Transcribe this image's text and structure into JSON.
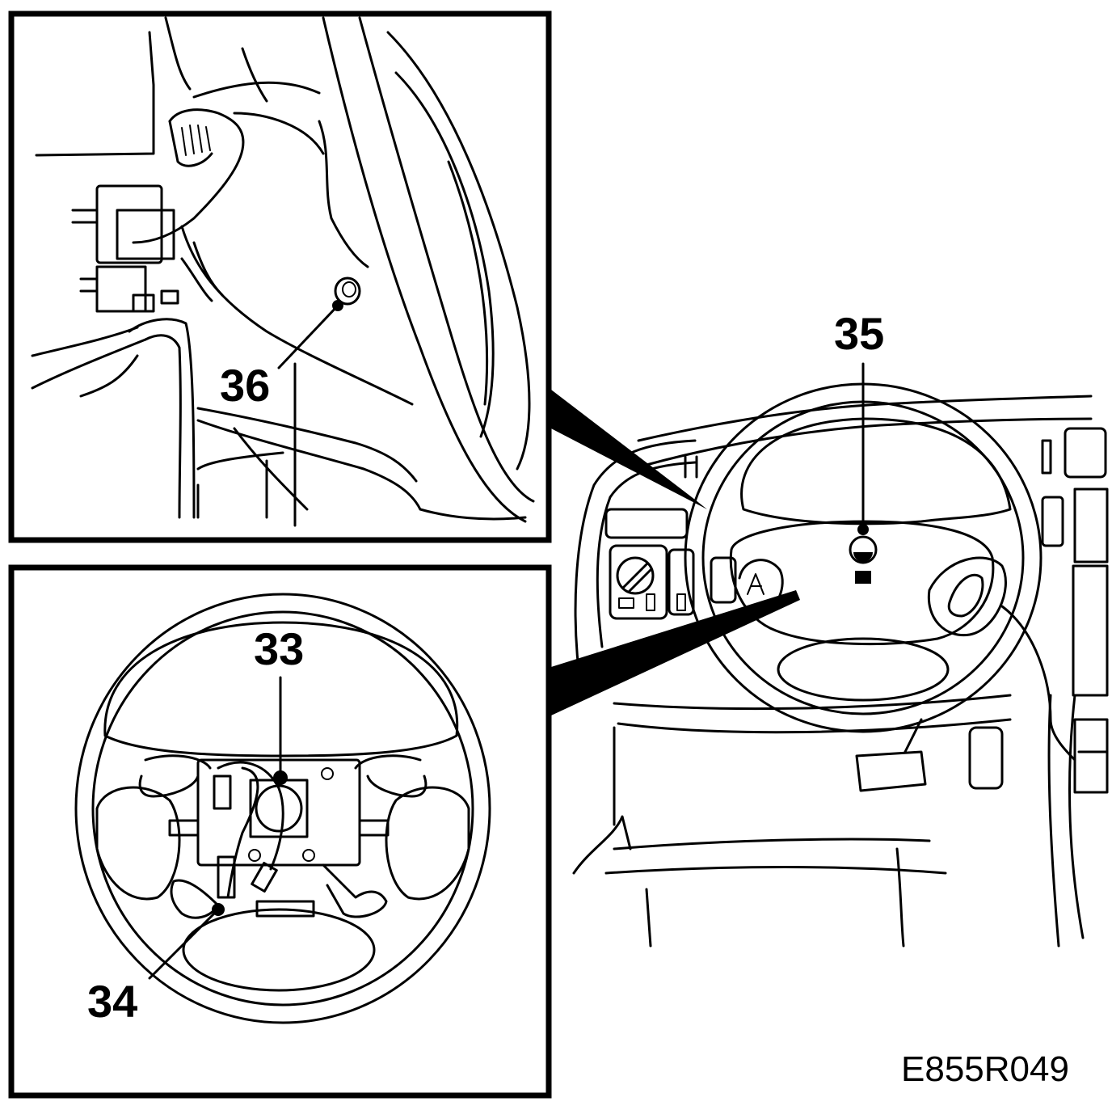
{
  "figure_id": "E855R049",
  "callouts": {
    "c33": "33",
    "c34": "34",
    "c35": "35",
    "c36": "36"
  },
  "colors": {
    "line": "#000000",
    "background": "#ffffff"
  }
}
